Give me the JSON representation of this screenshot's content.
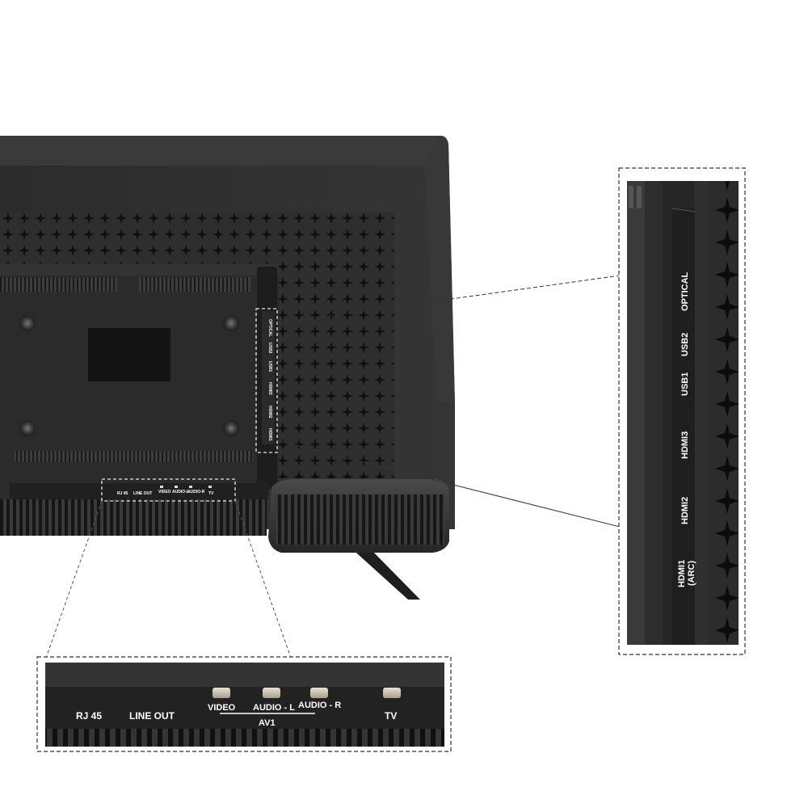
{
  "bottom_panel": {
    "ports": {
      "rj45": "RJ 45",
      "line_out": "LINE OUT",
      "video": "VIDEO",
      "audio_l": "AUDIO - L",
      "audio_r": "AUDIO - R",
      "tv": "TV"
    },
    "group_label": "AV1"
  },
  "side_panel": {
    "ports": {
      "optical": "OPTICAL",
      "usb2": "USB2",
      "usb1": "USB1",
      "hdmi3": "HDMI3",
      "hdmi2": "HDMI2",
      "hdmi1_line1": "HDMI1",
      "hdmi1_line2": "(ARC)"
    }
  },
  "colors": {
    "tv_body": "#2f2f2f",
    "tv_panel": "#2a2a2a",
    "label_text": "#ffffff",
    "background": "#ffffff"
  }
}
